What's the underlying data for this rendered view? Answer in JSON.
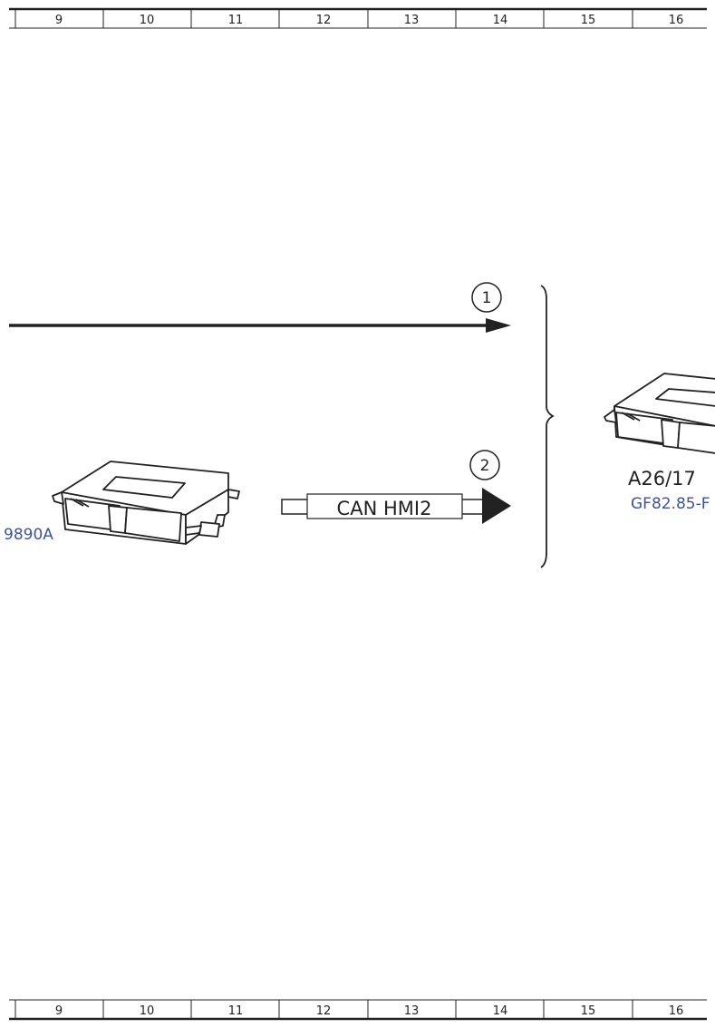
{
  "ruler": {
    "columns": [
      "9",
      "10",
      "11",
      "12",
      "13",
      "14",
      "15",
      "16"
    ]
  },
  "signals": [
    {
      "number": "1"
    },
    {
      "number": "2",
      "label": "CAN HMI2"
    }
  ],
  "left_component": {
    "reference": "9890A"
  },
  "right_component": {
    "designation": "A26/17",
    "reference": "GF82.85-F"
  },
  "colors": {
    "line": "#222222",
    "reference_link": "#3f51a3"
  },
  "icons": {
    "control_unit": "control-unit-module-icon",
    "brace": "curly-brace-icon"
  }
}
